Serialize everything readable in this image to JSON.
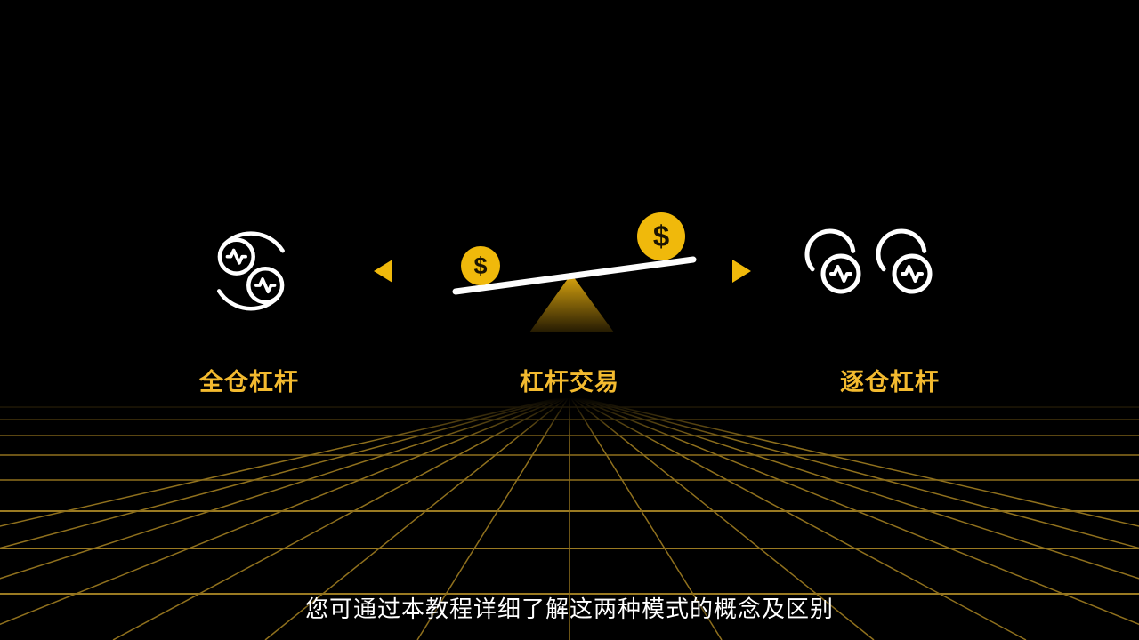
{
  "colors": {
    "background": "#000000",
    "accent_yellow": "#F0B90B",
    "label_yellow": "#F3BA2F",
    "icon_white": "#FFFFFF",
    "grid_line": "#8F701D",
    "caption_white": "#FFFFFF"
  },
  "scene": {
    "left_item": {
      "icon": "cross-margin-dual-coins-icon",
      "label": "全仓杠杆"
    },
    "center_item": {
      "icon": "seesaw-balance-icon",
      "label": "杠杆交易",
      "small_coin_symbol": "$",
      "large_coin_symbol": "$"
    },
    "right_item": {
      "icon": "isolated-margin-coins-icon",
      "label": "逐仓杠杆"
    },
    "arrows": {
      "left": "left-triangle-arrow",
      "right": "right-triangle-arrow"
    }
  },
  "caption": "您可通过本教程详细了解这两种模式的概念及区别"
}
